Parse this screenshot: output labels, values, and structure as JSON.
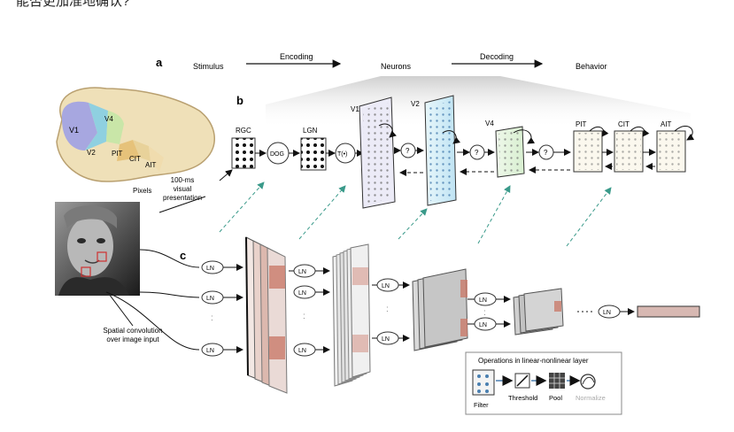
{
  "caption_top": "能否更加准地确认?",
  "panel_a": {
    "label": "a",
    "stimulus": "Stimulus",
    "encoding": "Encoding",
    "neurons": "Neurons",
    "decoding": "Decoding",
    "behavior": "Behavior"
  },
  "panel_b": {
    "label": "b",
    "rgc": "RGC",
    "dog": "DOG",
    "lgn": "LGN",
    "t": "T(•)",
    "v1": "V1",
    "v2": "V2",
    "v4": "V4",
    "pit": "PIT",
    "cit": "CIT",
    "ait": "AIT",
    "q": "?"
  },
  "brain": {
    "v1": "V1",
    "v2": "V2",
    "v4": "V4",
    "pit": "PIT",
    "cit": "CIT",
    "ait": "AIT"
  },
  "labels": {
    "pixels": "Pixels",
    "presentation_1": "100-ms",
    "presentation_2": "visual",
    "presentation_3": "presentation",
    "spatial_1": "Spatial convolution",
    "spatial_2": "over image input"
  },
  "panel_c": {
    "label": "c",
    "ln": "LN",
    "dots": "…",
    "colon": ":"
  },
  "ops": {
    "title": "Operations in linear-nonlinear layer",
    "filter": "Filter",
    "threshold": "Threshold",
    "pool": "Pool",
    "normalize": "Normalize"
  }
}
